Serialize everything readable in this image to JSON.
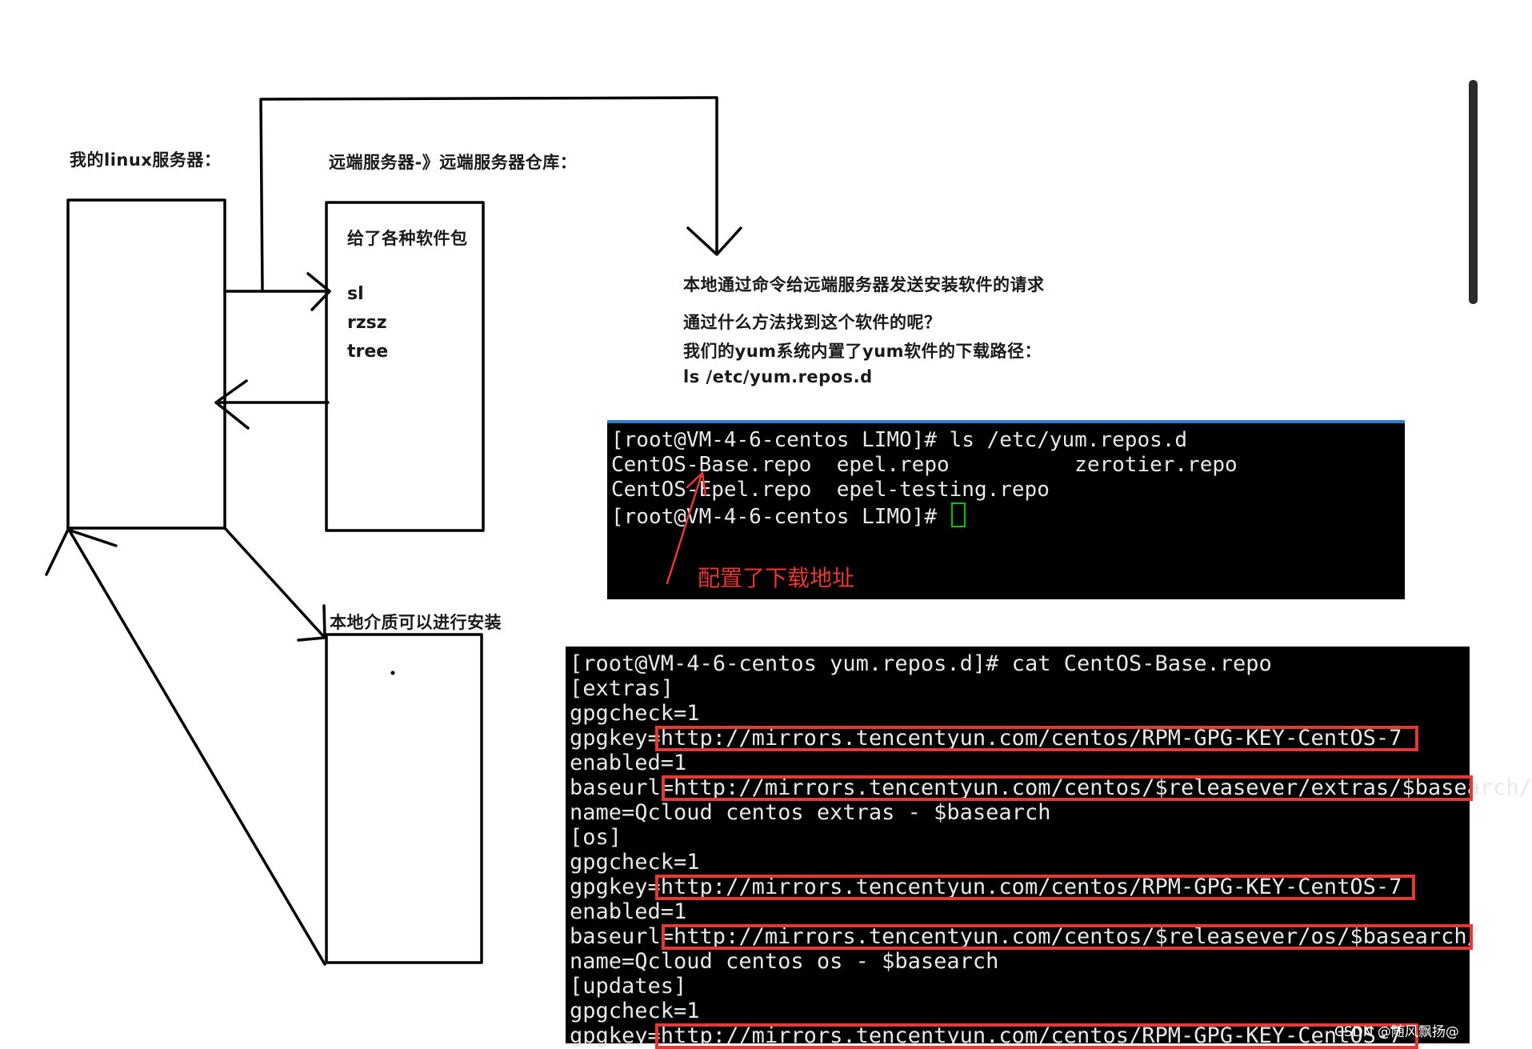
{
  "labels": {
    "my_server": "我的linux服务器：",
    "remote_repo": "远端服务器-》远端服务器仓库：",
    "packages_heading": "给了各种软件包",
    "local_media": "本地介质可以进行安装"
  },
  "packages": [
    "sl",
    "rzsz",
    "tree"
  ],
  "notes": [
    "本地通过命令给远端服务器发送安装软件的请求",
    "通过什么方法找到这个软件的呢？",
    "我们的yum系统内置了yum软件的下载路径：",
    "ls /etc/yum.repos.d"
  ],
  "terminal1": {
    "lines": [
      "[root@VM-4-6-centos LIMO]# ls /etc/yum.repos.d",
      "CentOS-Base.repo  epel.repo          zerotier.repo",
      "CentOS-Epel.repo  epel-testing.repo",
      "[root@VM-4-6-centos LIMO]# "
    ],
    "annotation": "配置了下载地址"
  },
  "terminal2": {
    "lines": [
      "[root@VM-4-6-centos yum.repos.d]# cat CentOS-Base.repo",
      "[extras]",
      "gpgcheck=1",
      "gpgkey=http://mirrors.tencentyun.com/centos/RPM-GPG-KEY-CentOS-7",
      "enabled=1",
      "baseurl=http://mirrors.tencentyun.com/centos/$releasever/extras/$basearch/",
      "name=Qcloud centos extras - $basearch",
      "[os]",
      "gpgcheck=1",
      "gpgkey=http://mirrors.tencentyun.com/centos/RPM-GPG-KEY-CentOS-7",
      "enabled=1",
      "baseurl=http://mirrors.tencentyun.com/centos/$releasever/os/$basearch/",
      "name=Qcloud centos os - $basearch",
      "[updates]",
      "gpgcheck=1",
      "gpgkey=http://mirrors.tencentyun.com/centos/RPM-GPG-KEY-CentOS-7"
    ]
  },
  "watermark": "CSDN @随风飘扬@",
  "colors": {
    "terminal_bg": "#000000",
    "highlight": "#e53935",
    "cursor": "#00c800",
    "terminal_top_bar": "#2f7fd8"
  }
}
